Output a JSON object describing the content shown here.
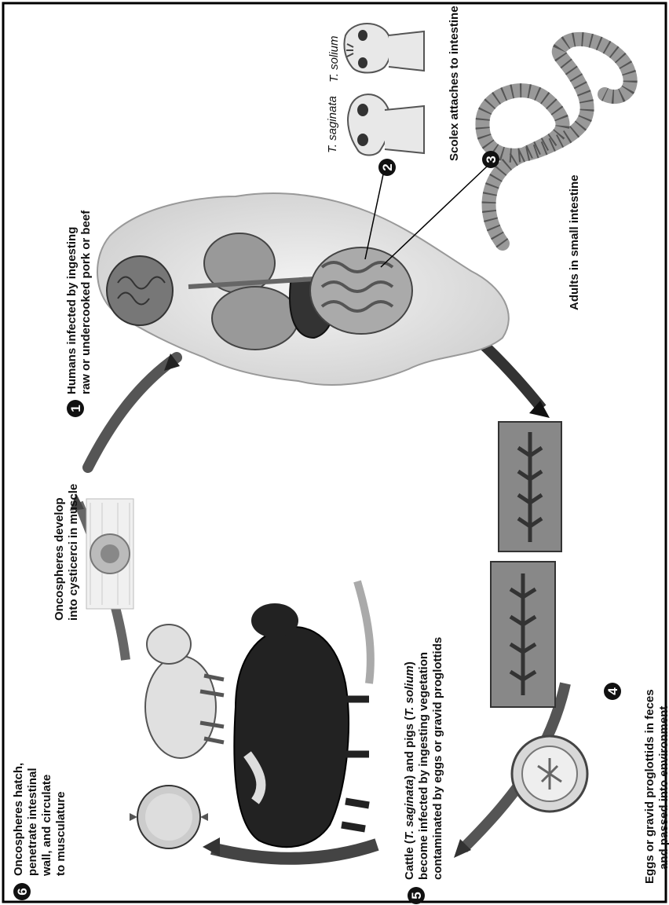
{
  "steps": {
    "s1": {
      "number": "1",
      "line1": "Humans infected by ingesting",
      "line2": "raw or undercooked pork or beef"
    },
    "s2": {
      "number": "2"
    },
    "s3": {
      "number": "3"
    },
    "s4": {
      "number": "4",
      "line1": "Eggs or gravid proglottids in feces",
      "line2": "and passed into environment"
    },
    "s5": {
      "number": "5",
      "line1_pre": "Cattle (",
      "line1_i1": "T. saginata",
      "line1_mid": ") and pigs (",
      "line1_i2": "T. solium",
      "line1_post": ")",
      "line2": "become infected by ingesting vegetation",
      "line3": "contaminated by eggs or gravid proglottids"
    },
    "s6": {
      "number": "6",
      "line1": "Oncospheres hatch,",
      "line2": "penetrate intestinal",
      "line3": "wall, and circulate",
      "line4": "to musculature"
    }
  },
  "labels": {
    "cysticerci_line1": "Oncospheres develop",
    "cysticerci_line2": "into cysticerci in muscle",
    "scolex": "Scolex attaches to intestine",
    "adults": "Adults in small intestine",
    "t_saginata": "T. saginata",
    "t_solium": "T. solium"
  }
}
